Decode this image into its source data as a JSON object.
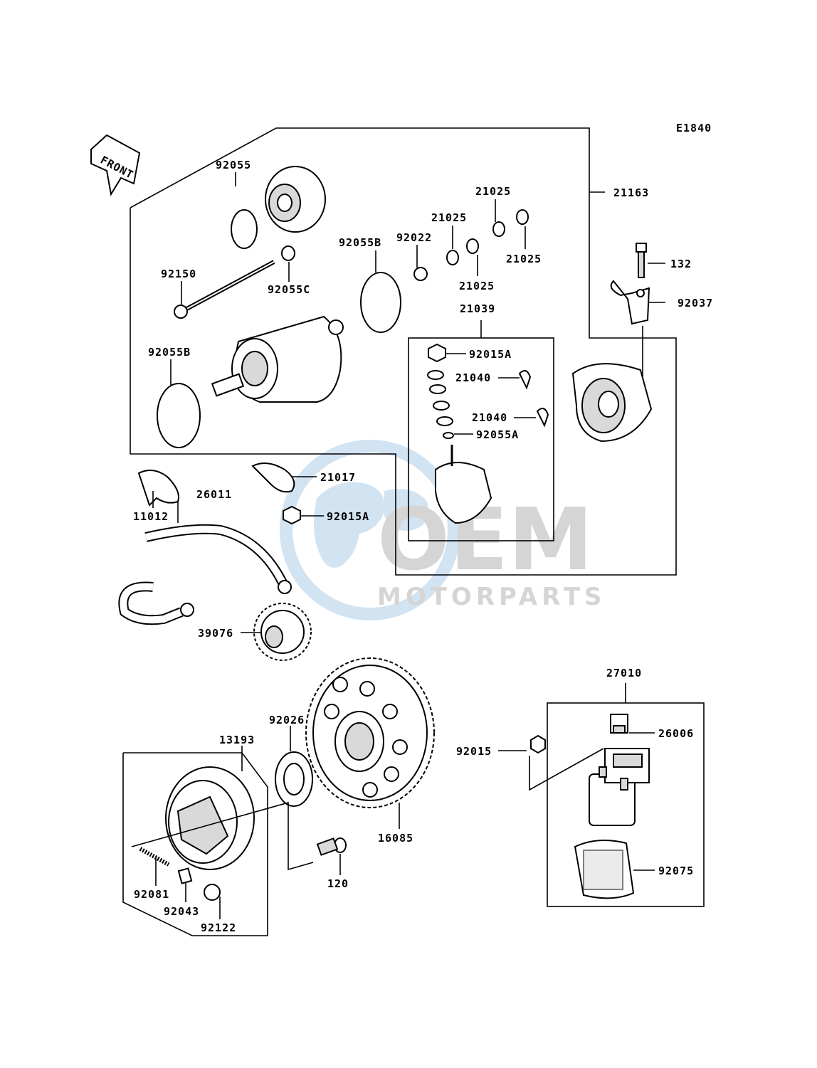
{
  "diagram": {
    "code": "E1840",
    "front_label": "FRONT",
    "watermark": {
      "main": "OEM",
      "sub": "MOTORPARTS"
    },
    "part_labels": {
      "p92055": "92055",
      "p92150": "92150",
      "p92055C": "92055C",
      "p92055B_top": "92055B",
      "p92022": "92022",
      "p21025_a": "21025",
      "p21025_b": "21025",
      "p21025_c": "21025",
      "p21025_d": "21025",
      "p21163": "21163",
      "p132": "132",
      "p92037": "92037",
      "p21039": "21039",
      "p92015A_a": "92015A",
      "p21040_a": "21040",
      "p21040_b": "21040",
      "p92055A": "92055A",
      "p92055B_left": "92055B",
      "p11012": "11012",
      "p26011": "26011",
      "p21017": "21017",
      "p92015A_b": "92015A",
      "p39076": "39076",
      "p92026": "92026",
      "p13193": "13193",
      "p16085": "16085",
      "p120": "120",
      "p92081": "92081",
      "p92043": "92043",
      "p92122": "92122",
      "p27010": "27010",
      "p26006": "26006",
      "p92015": "92015",
      "p92075": "92075"
    }
  }
}
